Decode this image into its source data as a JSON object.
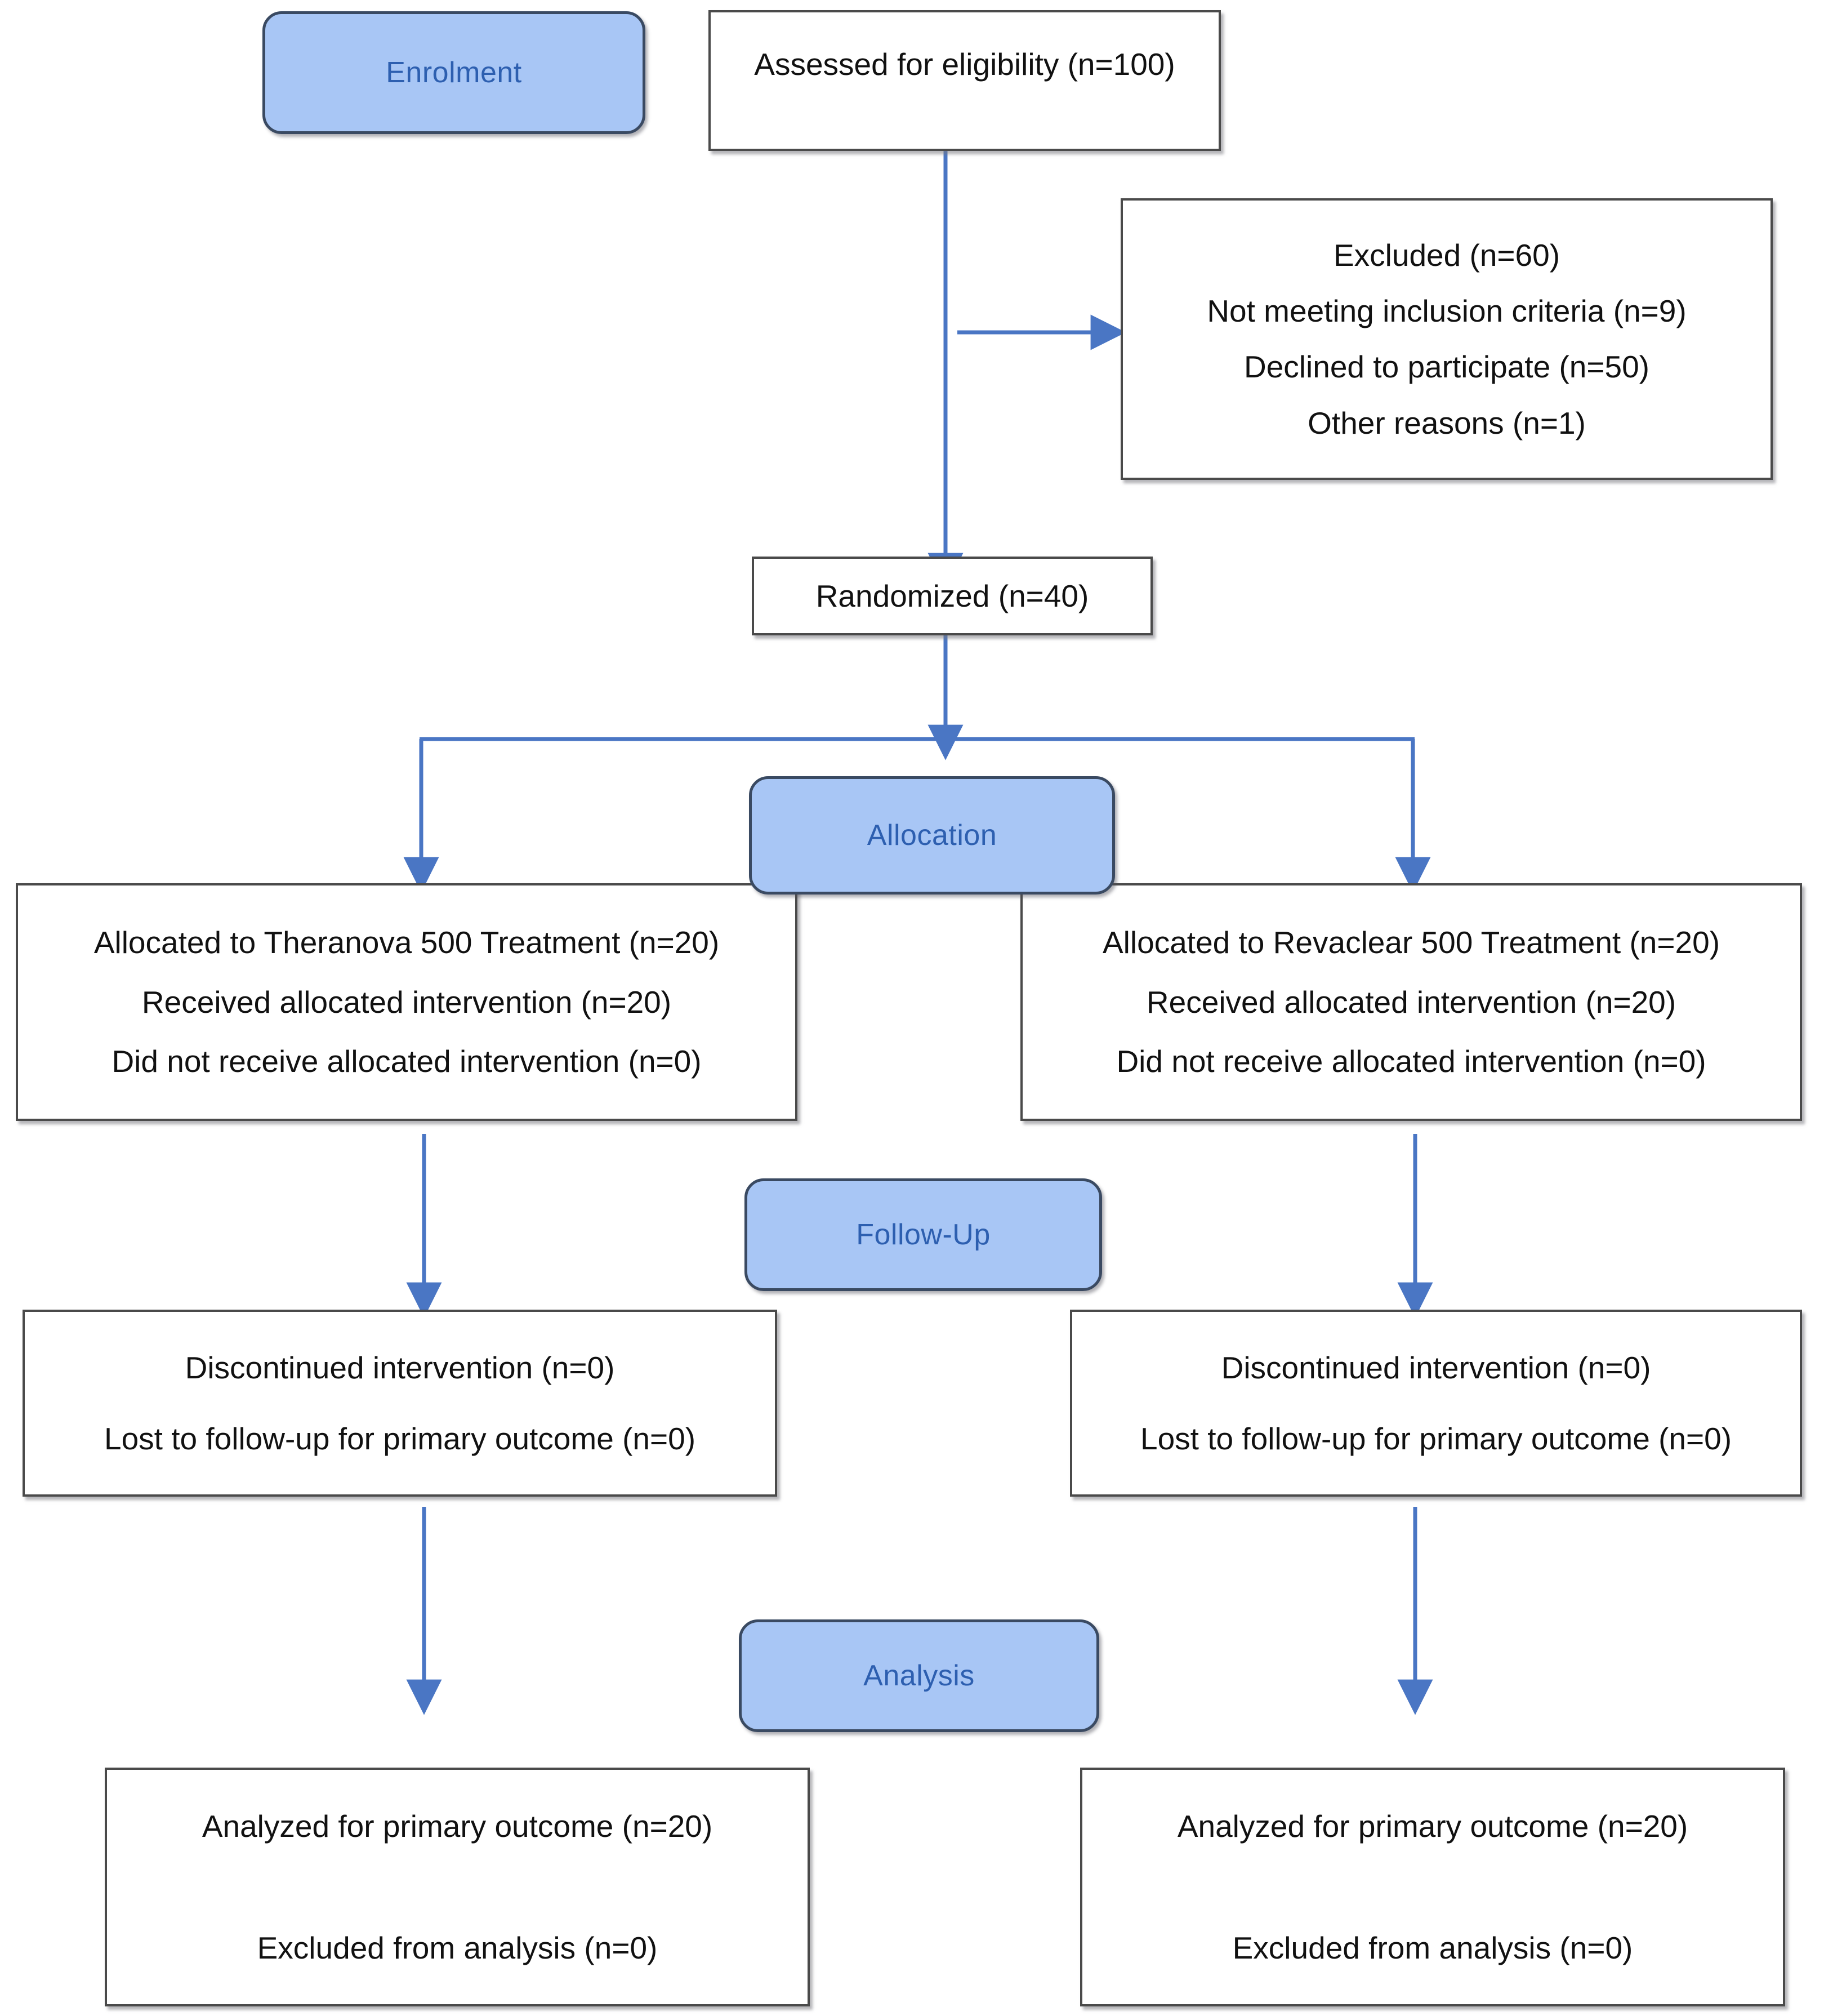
{
  "colors": {
    "arrow": "#4a76c4",
    "badge_fill": "#a8c6f5",
    "badge_border": "#3a4a62",
    "badge_text": "#2d5fb0",
    "box_border": "#4a4a4a",
    "box_fill": "#ffffff",
    "text": "#111111"
  },
  "stages": {
    "enrolment": "Enrolment",
    "allocation": "Allocation",
    "followup": "Follow-Up",
    "analysis": "Analysis"
  },
  "enrolment": {
    "assessed": "Assessed for eligibility (n=100)",
    "excluded": [
      "Excluded (n=60)",
      "Not meeting inclusion criteria (n=9)",
      "Declined to participate (n=50)",
      "Other reasons (n=1)"
    ],
    "randomized": "Randomized (n=40)"
  },
  "allocation": {
    "left": [
      "Allocated to Theranova 500 Treatment (n=20)",
      "Received allocated intervention (n=20)",
      "Did not receive allocated intervention (n=0)"
    ],
    "right": [
      "Allocated to Revaclear 500 Treatment (n=20)",
      "Received allocated intervention (n=20)",
      "Did not receive allocated intervention (n=0)"
    ]
  },
  "followup": {
    "left": [
      "Discontinued intervention (n=0)",
      "Lost to follow-up for primary outcome (n=0)"
    ],
    "right": [
      "Discontinued intervention (n=0)",
      "Lost to follow-up for primary outcome (n=0)"
    ]
  },
  "analysis": {
    "left": [
      "Analyzed for primary outcome (n=20)",
      "Excluded from analysis (n=0)"
    ],
    "right": [
      "Analyzed for primary outcome (n=20)",
      "Excluded from analysis (n=0)"
    ]
  }
}
